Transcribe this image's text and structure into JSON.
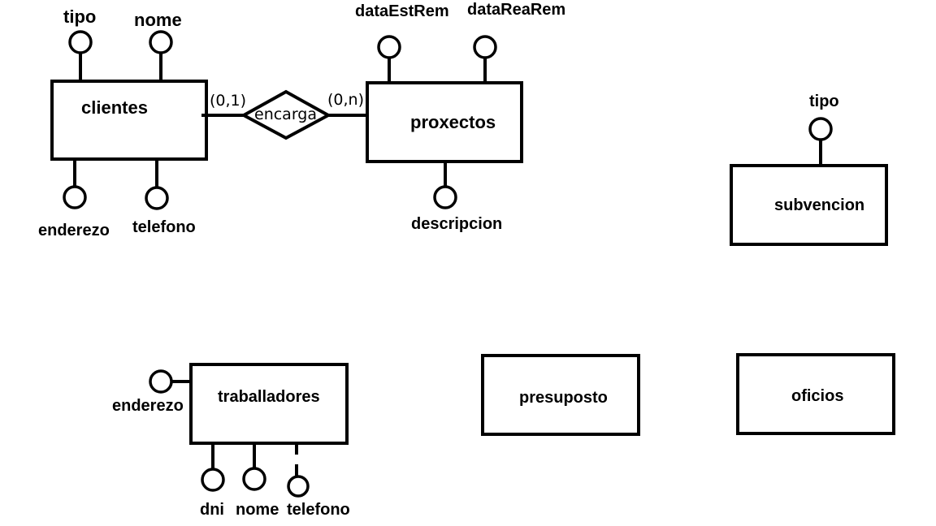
{
  "entities": {
    "clientes": "clientes",
    "proxectos": "proxectos",
    "subvencion": "subvencion",
    "traballadores": "traballadores",
    "presuposto": "presuposto",
    "oficios": "oficios"
  },
  "relationships": {
    "encarga": "encarga"
  },
  "cardinalities": {
    "clientes_encarga": "(0,1)",
    "encarga_proxectos": "(0,n)"
  },
  "attributes": {
    "clientes": [
      "tipo",
      "nome",
      "enderezo",
      "telefono"
    ],
    "proxectos": [
      "dataEstRem",
      "dataReaRem",
      "descripcion"
    ],
    "subvencion": [
      "tipo"
    ],
    "traballadores": [
      "enderezo",
      "dni",
      "nome",
      "telefono"
    ]
  }
}
